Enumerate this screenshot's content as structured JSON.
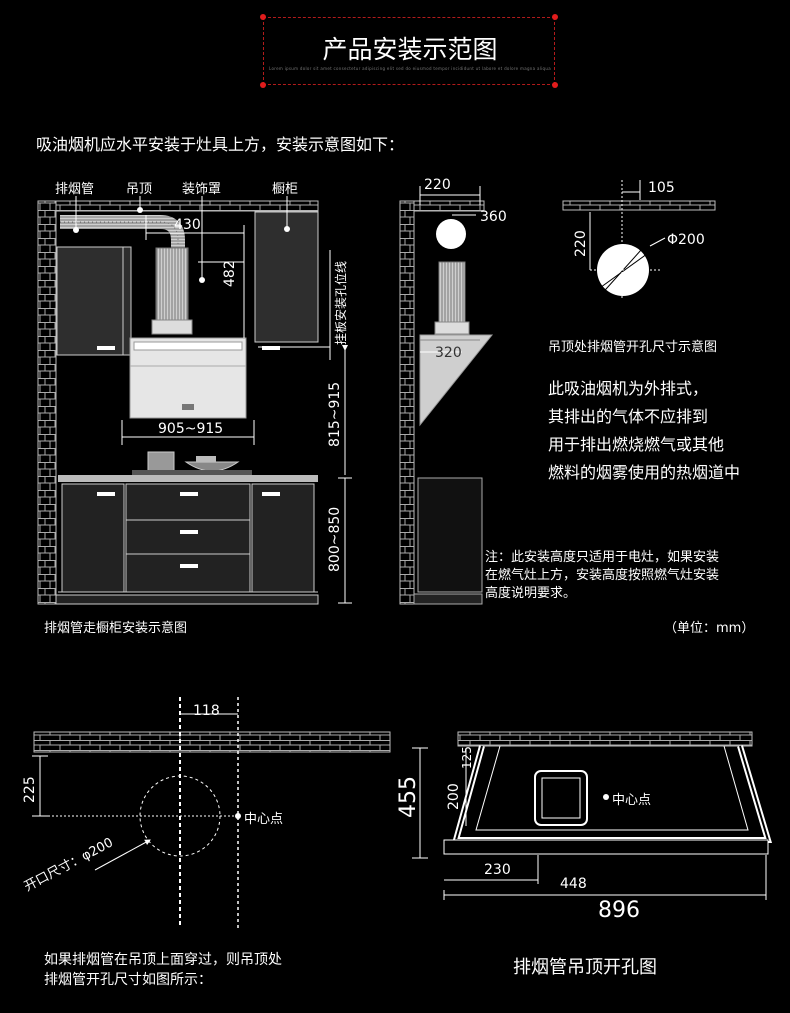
{
  "header": {
    "title": "产品安装示范图",
    "subtitle": "Lorem ipsum dolor sit amet consectetur adipiscing elit sed do eiusmod tempor incididunt ut labore et dolore magna aliqua"
  },
  "intro": "吸油烟机应水平安装于灶具上方，安装示意图如下：",
  "cabinet_diagram": {
    "labels": {
      "pipe": "排烟管",
      "ceiling": "吊顶",
      "cover": "装饰罩",
      "cabinet": "橱柜"
    },
    "dims": {
      "d430": "430",
      "d482": "482",
      "hang": "挂板安装孔位线",
      "d815": "815~915",
      "d905": "905~915",
      "d800": "800~850"
    },
    "caption": "排烟管走橱柜安装示意图"
  },
  "side_diagram": {
    "d220": "220",
    "d360": "360",
    "d320": "320"
  },
  "ceiling_hole_small": {
    "d105": "105",
    "d220": "220",
    "diameter": "Φ200",
    "caption": "吊顶处排烟管开孔尺寸示意图"
  },
  "exhaust_note": {
    "lines": [
      "此吸油烟机为外排式，",
      "其排出的气体不应排到",
      "用于排出燃烧燃气或其他",
      "燃料的烟雾使用的热烟道中"
    ]
  },
  "install_note": {
    "lines": [
      "注：此安装高度只适用于电灶，如果安装",
      "在燃气灶上方，安装高度按照燃气灶安装",
      "高度说明要求。"
    ]
  },
  "unit": "（单位：mm）",
  "hole_plan": {
    "d118": "118",
    "d225": "225",
    "center": "中心点",
    "opening": "开口尺寸：φ200",
    "caption": [
      "如果排烟管在吊顶上面穿过，则吊顶处",
      "排烟管开孔尺寸如图所示："
    ]
  },
  "ceiling_hole_diagram": {
    "d455": "455",
    "d125": "125",
    "d200": "200",
    "center": "中心点",
    "d230": "230",
    "d448": "448",
    "d896": "896",
    "caption": "排烟管吊顶开孔图"
  }
}
